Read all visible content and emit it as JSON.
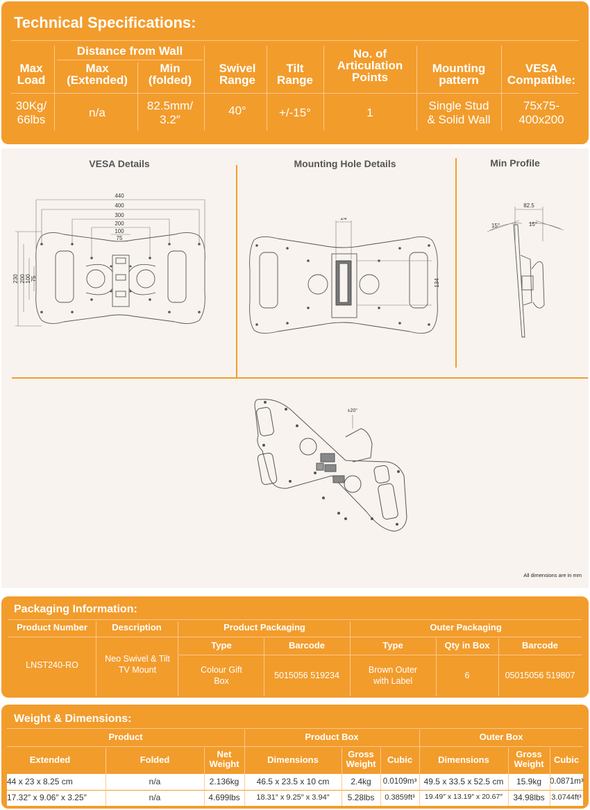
{
  "tech": {
    "title": "Technical Specifications:",
    "distance_header": "Distance from Wall",
    "headers": {
      "max_load": [
        "Max",
        "Load"
      ],
      "max_ext": [
        "Max",
        "(Extended)"
      ],
      "min_fold": [
        "Min",
        "(folded)"
      ],
      "swivel": [
        "Swivel",
        "Range"
      ],
      "tilt": [
        "Tilt",
        "Range"
      ],
      "articulation": [
        "No. of",
        "Articulation",
        "Points"
      ],
      "mounting": [
        "Mounting",
        "pattern"
      ],
      "vesa": [
        "VESA",
        "Compatible:"
      ]
    },
    "values": {
      "max_load": [
        "30Kg/",
        "66lbs"
      ],
      "max_ext": "n/a",
      "min_fold": [
        "82.5mm/",
        "3.2″"
      ],
      "swivel": "40°",
      "tilt": "+/-15°",
      "articulation": "1",
      "mounting": [
        "Single Stud",
        "& Solid Wall"
      ],
      "vesa": [
        "75x75-",
        "400x200"
      ]
    }
  },
  "diagrams": {
    "vesa_title": "VESA Details",
    "mounting_title": "Mounting Hole Details",
    "profile_title": "Min Profile",
    "vesa_widths": [
      "440",
      "400",
      "300",
      "200",
      "100",
      "75"
    ],
    "vesa_heights": [
      "230",
      "200",
      "100",
      "75"
    ],
    "mount_width": "24",
    "mount_height": "134",
    "profile_depth": "82.5",
    "profile_angle_left": "15°",
    "profile_angle_right": "15°",
    "iso_angle": "±20°",
    "note": "All dimensions are in mm"
  },
  "packaging": {
    "title": "Packaging Information:",
    "h_product_number": "Product Number",
    "h_description": "Description",
    "h_product_packaging": "Product Packaging",
    "h_outer_packaging": "Outer Packaging",
    "h_type": "Type",
    "h_barcode": "Barcode",
    "h_type2": "Type",
    "h_qty": "Qty in Box",
    "h_barcode2": "Barcode",
    "product_number": "LNST240-RO",
    "description": [
      "Neo Swivel & Tilt",
      "TV Mount"
    ],
    "pp_type": [
      "Colour Gift",
      "Box"
    ],
    "pp_barcode": "5015056 519234",
    "op_type": [
      "Brown Outer",
      "with Label"
    ],
    "op_qty": "6",
    "op_barcode": "05015056 519807"
  },
  "weights": {
    "title": "Weight & Dimensions:",
    "h_product": "Product",
    "h_product_box": "Product Box",
    "h_outer_box": "Outer Box",
    "h_extended": "Extended",
    "h_folded": "Folded",
    "h_net_weight": [
      "Net",
      "Weight"
    ],
    "h_dimensions": "Dimensions",
    "h_gross_weight": [
      "Gross",
      "Weight"
    ],
    "h_cubic": "Cubic",
    "h_dimensions2": "Dimensions",
    "h_gross_weight2": [
      "Gross",
      "Weight"
    ],
    "h_cubic2": "Cubic",
    "rows": [
      [
        "44 x 23 x 8.25 cm",
        "n/a",
        "2.136kg",
        "46.5 x 23.5 x 10 cm",
        "2.4kg",
        "0.0109m³",
        "49.5 x 33.5 x 52.5 cm",
        "15.9kg",
        "0.0871m³"
      ],
      [
        "17.32″ x 9.06″ x 3.25″",
        "n/a",
        "4.699lbs",
        "18.31″ x 9.25″ x 3.94″",
        "5.28lbs",
        "0.3859ft³",
        "19.49″ x 13.19″ x 20.67″",
        "34.98lbs",
        "3.0744ft³"
      ]
    ]
  }
}
